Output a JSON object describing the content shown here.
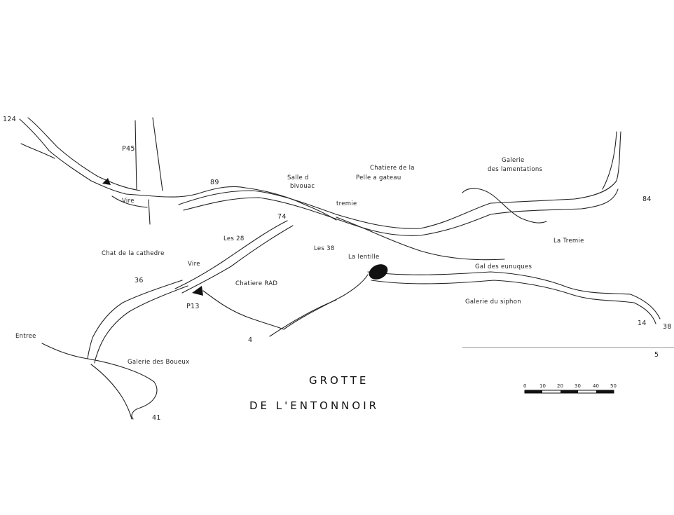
{
  "map": {
    "title_line1": "GROTTE",
    "title_line2": "DE L'ENTONNOIR",
    "labels": {
      "n124": "124",
      "p45": "P45",
      "vire_top": "Vire",
      "n89": "89",
      "salle_line1": "Salle d",
      "salle_line2": "bivouac",
      "chatiere_line1": "Chatiere de la",
      "chatiere_line2": "Pelle a gateau",
      "galerie_line1": "Galerie",
      "galerie_line2": "des lamentations",
      "tremie_small": "tremie",
      "n84": "84",
      "n74": "74",
      "les28": "Les 28",
      "les38": "Les 38",
      "la_lentille": "La lentille",
      "la_tremie": "La Tremie",
      "chat_cathedre": "Chat de la cathedre",
      "vire_mid": "Vire",
      "gal_eunuques": "Gal des eunuques",
      "n36": "36",
      "chatiere_rad": "Chatiere RAD",
      "p13": "P13",
      "galerie_siphon": "Galerie du siphon",
      "n14": "14",
      "n38": "38",
      "entree": "Entree",
      "n4": "4",
      "galerie_boueux": "Galerie des Boueux",
      "n41": "41",
      "n5": "5"
    },
    "scale_ticks": [
      "0",
      "10",
      "20",
      "30",
      "40",
      "50"
    ]
  }
}
